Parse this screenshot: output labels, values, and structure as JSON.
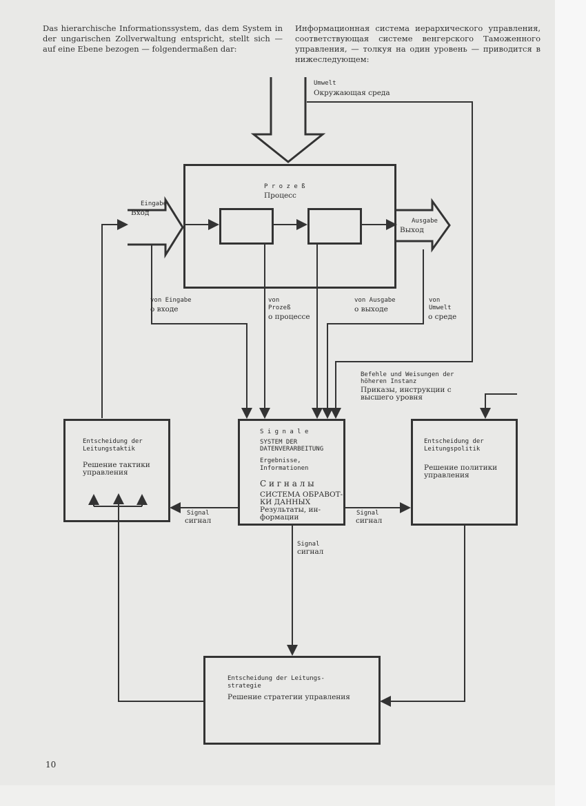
{
  "intro": {
    "german": "Das hierarchische Informationssystem, das dem System in der ungarischen Zollverwaltung entspricht, stellt sich — auf eine Ebene bezogen — folgendermaßen dar:",
    "russian": "Информационная система иерархического управления, соответствующая системе венгерского Таможенного управления, — толкуя на один уровень — приводится в нижеследующем:"
  },
  "diagram": {
    "environment": {
      "de": "Umwelt",
      "ru": "Окружающая среда"
    },
    "process": {
      "de": "P r o z e ß",
      "ru": "Процесс"
    },
    "input": {
      "de": "Eingabe",
      "ru": "Вход"
    },
    "output": {
      "de": "Ausgabe",
      "ru": "Выход"
    },
    "from_input": {
      "de": "von Eingabe",
      "ru": "о входе"
    },
    "from_process": {
      "de1": "von",
      "de2": "Prozeß",
      "ru": "о процессе"
    },
    "from_output": {
      "de": "von Ausgabe",
      "ru": "о выходе"
    },
    "from_environment": {
      "de1": "von",
      "de2": "Umwelt",
      "ru": "о среде"
    },
    "orders": {
      "de1": "Befehle und Weisungen der",
      "de2": "höheren Instanz",
      "ru1": "Приказы, инструкции с",
      "ru2": "высшего уровня"
    },
    "data_system": {
      "de_title": "S i g n a l e",
      "de1": "SYSTEM DER",
      "de2": "DATENVERARBEITUNG",
      "de3": "Ergebnisse,",
      "de4": "Informationen",
      "ru_title": "С и г н а л ы",
      "ru1": "СИСТЕМА ОБРАВОТ-",
      "ru2": "КИ ДАННЫХ",
      "ru3": "Результаты, ин-",
      "ru4": "формации"
    },
    "tactics": {
      "de1": "Entscheidung der",
      "de2": "Leitungstaktik",
      "ru1": "Решение тактики",
      "ru2": "управления"
    },
    "policy": {
      "de1": "Entscheidung der",
      "de2": "Leitungspolitik",
      "ru1": "Решение политики",
      "ru2": "управления"
    },
    "strategy": {
      "de1": "Entscheidung der Leitungs-",
      "de2": "strategie",
      "ru": "Решение стратегии управления"
    },
    "signal_left": {
      "de": "Signal",
      "ru": "сигнал"
    },
    "signal_right": {
      "de": "Signal",
      "ru": "сигнал"
    },
    "signal_down": {
      "de": "Signal",
      "ru": "сигнал"
    }
  },
  "page_number": "10"
}
